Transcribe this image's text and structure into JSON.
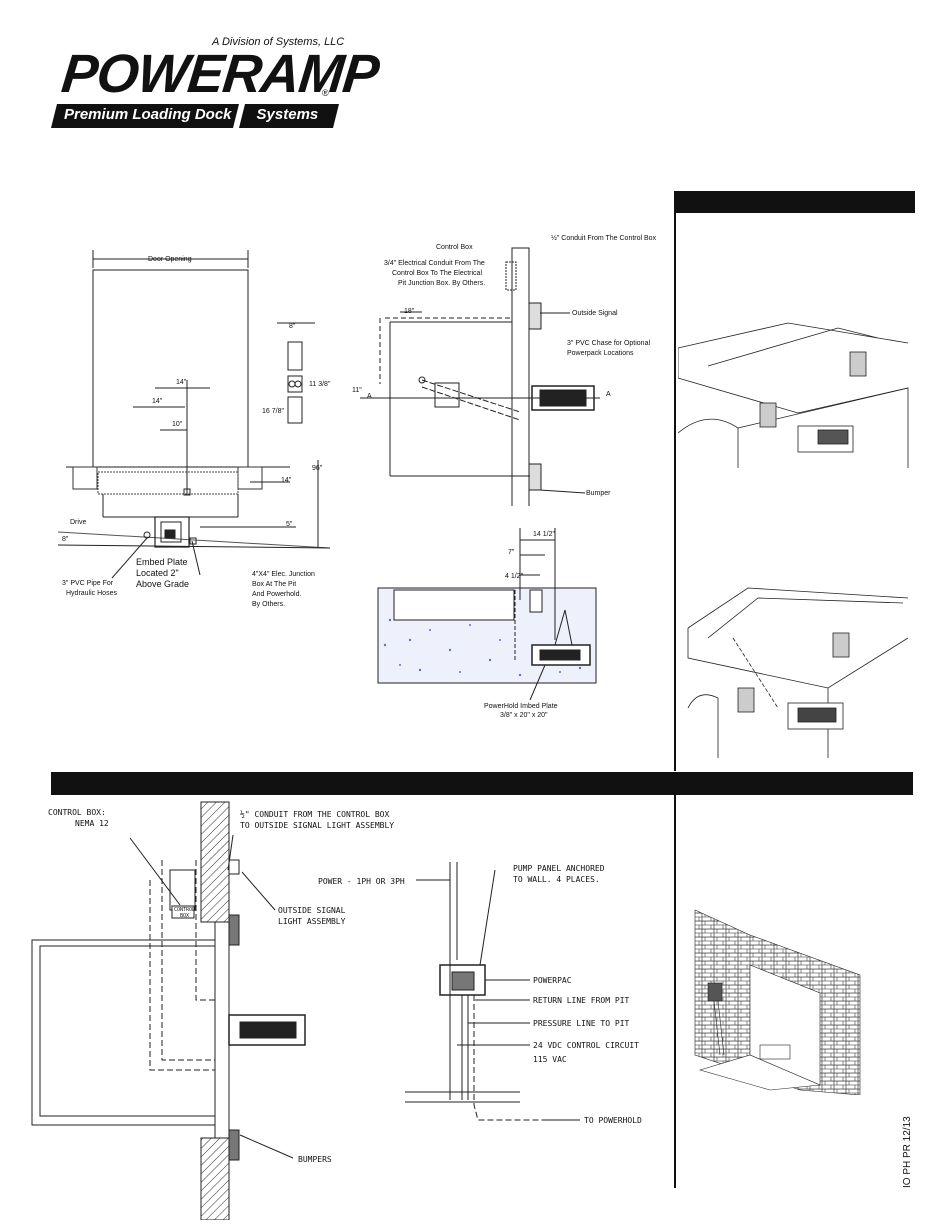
{
  "logo": {
    "division": "A Division of Systems, LLC",
    "wordmark": "POWERAMP",
    "registered": "®",
    "tagline_left": "Premium Loading Dock",
    "tagline_right": "Systems"
  },
  "doc_code": "IO PH PR 12/13",
  "plan_view": {
    "door_opening": "Door Opening",
    "dim_8": "8\"",
    "dim_11_38": "11 3/8\"",
    "dim_16_78": "16 7/8\"",
    "dim_14_a": "14\"",
    "dim_14_b": "14\"",
    "dim_10": "10\"",
    "dim_14_c": "14\"",
    "dim_96": "96\"",
    "dim_5": "5\"",
    "dim_8b": "8\"",
    "drive": "Drive",
    "pvc_pipe": [
      "3\" PVC Pipe For",
      "Hydraulic Hoses"
    ],
    "embed_plate": [
      "Embed Plate",
      "Located 2\"",
      "Above Grade"
    ],
    "junction_box": [
      "4\"X4\" Elec. Junction",
      "Box At The Pit",
      "And Powerhold.",
      "By Others."
    ]
  },
  "top_view": {
    "control_box": "Control Box",
    "conduit_half": "½\" Conduit From The Control Box",
    "conduit_34": [
      "3/4\" Electrical Conduit From The",
      "Control Box To The Electrical",
      "Pit Junction Box.  By Others."
    ],
    "outside_signal": "Outside Signal",
    "dim_18": "18\"",
    "pvc_chase": [
      "3\" PVC Chase for Optional",
      "Powerpack Locations"
    ],
    "dim_11": "11\"",
    "section_a_left": "A",
    "section_a_right": "A",
    "bumper": "Bumper"
  },
  "section_view": {
    "dim_14_12": "14 1/2\"",
    "dim_7": "7\"",
    "dim_4_12": "4 1/2\"",
    "embed_label": "PowerHold Imbed Plate",
    "embed_size": "3/8\" x 20\" x 20\""
  },
  "cad_lower_left": {
    "control_box": [
      "CONTROL BOX:",
      "NEMA 12"
    ],
    "conduit": [
      "½\" CONDUIT FROM THE CONTROL BOX",
      "TO OUTSIDE SIGNAL LIGHT ASSEMBLY"
    ],
    "outside_signal": [
      "OUTSIDE SIGNAL",
      "LIGHT ASSEMBLY"
    ],
    "box_label": [
      "CONTROL",
      "BOX"
    ],
    "bumpers": "BUMPERS"
  },
  "cad_lower_mid": {
    "power": "POWER - 1PH OR 3PH",
    "pump_panel": [
      "PUMP PANEL ANCHORED",
      "TO WALL.  4 PLACES."
    ],
    "powerpac": "POWERPAC",
    "return_line": "RETURN LINE FROM PIT",
    "pressure_line": "PRESSURE LINE TO PIT",
    "control_circuit": [
      "24 VDC CONTROL CIRCUIT",
      "115 VAC"
    ],
    "to_powerhold": "TO POWERHOLD"
  }
}
